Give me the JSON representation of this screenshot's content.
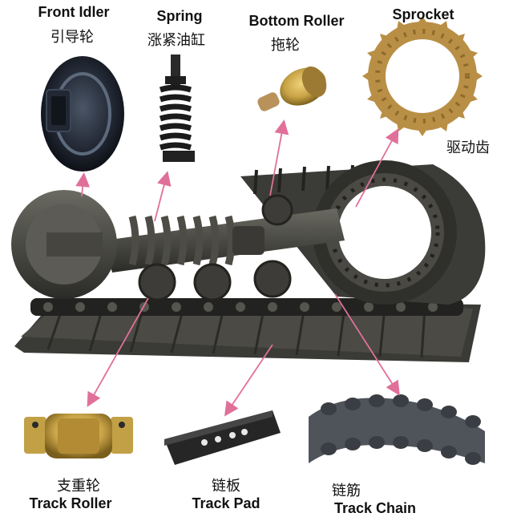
{
  "parts": {
    "front_idler": {
      "en": "Front Idler",
      "zh": "引导轮"
    },
    "spring": {
      "en": "Spring",
      "zh": "涨紧油缸"
    },
    "bottom_roller": {
      "en": "Bottom Roller",
      "zh": "拖轮"
    },
    "sprocket": {
      "en": "Sprocket",
      "zh": "驱动齿"
    },
    "track_roller": {
      "en": "Track Roller",
      "zh": "支重轮"
    },
    "track_pad": {
      "en": "Track Pad",
      "zh": "链板"
    },
    "track_chain": {
      "en": "Track Chain",
      "zh": "链筋"
    }
  },
  "colors": {
    "arrow": "#e0709a",
    "metal_dark": "#2e2e2c",
    "metal_mid": "#55544e",
    "brass": "#c9a447"
  }
}
